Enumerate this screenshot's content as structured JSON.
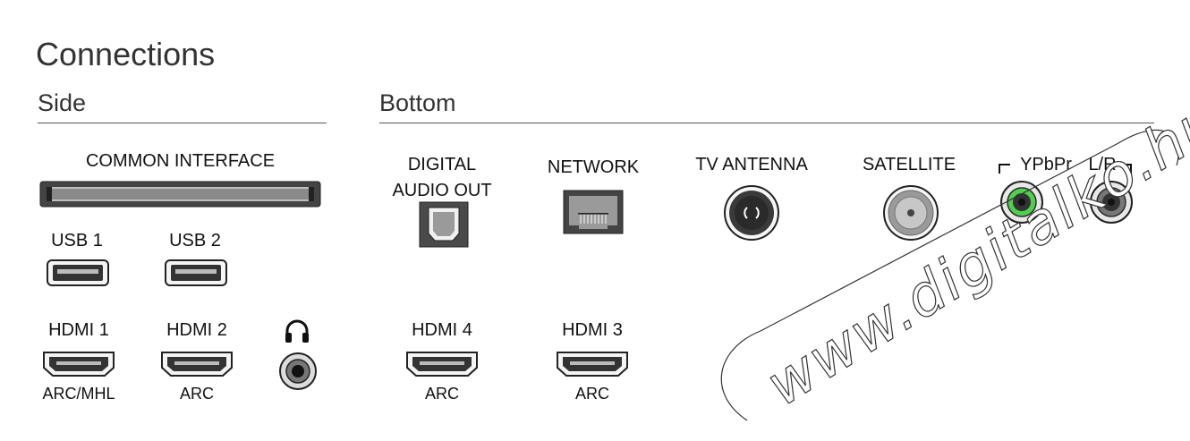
{
  "title": "Connections",
  "sections": {
    "side": "Side",
    "bottom": "Bottom"
  },
  "side": {
    "common_interface": "COMMON INTERFACE",
    "usb1": "USB 1",
    "usb2": "USB 2",
    "hdmi1": "HDMI 1",
    "hdmi1_sub": "ARC/MHL",
    "hdmi2": "HDMI 2",
    "hdmi2_sub": "ARC",
    "headphones_icon": "headphones-icon"
  },
  "bottom": {
    "digital_audio_line1": "DIGITAL",
    "digital_audio_line2": "AUDIO OUT",
    "network": "NETWORK",
    "tv_antenna": "TV ANTENNA",
    "satellite": "SATELLITE",
    "ypbpr": "YPbPr",
    "lr": "L/R",
    "hdmi4": "HDMI 4",
    "hdmi4_sub": "ARC",
    "hdmi3": "HDMI 3",
    "hdmi3_sub": "ARC"
  },
  "watermark": "www.digitalko.hu",
  "colors": {
    "ypbpr_ring": "#4fd04f",
    "port_dark": "#2a2a2a",
    "port_grey": "#9a9a9a"
  }
}
